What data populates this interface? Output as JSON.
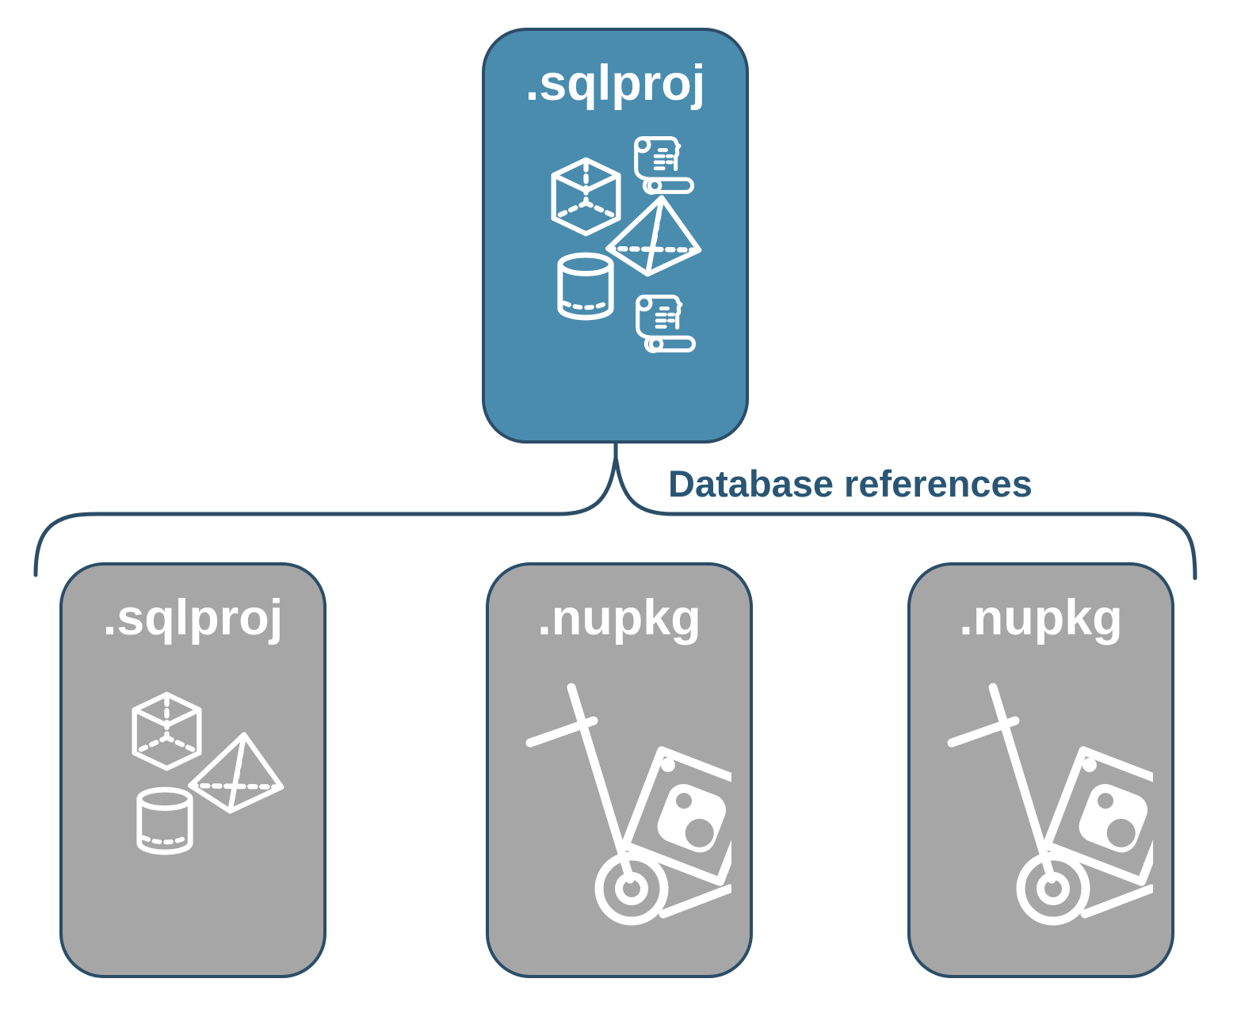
{
  "diagram": {
    "title_hint": "sqlproj database references diagram",
    "colors": {
      "parent_fill": "#4A8CAE",
      "child_fill": "#A6A6A6",
      "stroke": "#2B4D68",
      "connector_text": "#2A5674",
      "label_text": "#FFFFFF"
    },
    "parent": {
      "label": ".sqlproj",
      "icons": [
        "cube-icon",
        "scroll-icon",
        "pyramid-icon",
        "cylinder-icon",
        "scroll-icon"
      ]
    },
    "connector": {
      "label": "Database references",
      "shape": "upward-curly-brace"
    },
    "children": [
      {
        "label": ".sqlproj",
        "icons": [
          "cube-icon",
          "pyramid-icon",
          "cylinder-icon"
        ]
      },
      {
        "label": ".nupkg",
        "icons": [
          "handtruck-icon",
          "nuget-package-icon"
        ]
      },
      {
        "label": ".nupkg",
        "icons": [
          "handtruck-icon",
          "nuget-package-icon"
        ]
      }
    ]
  }
}
